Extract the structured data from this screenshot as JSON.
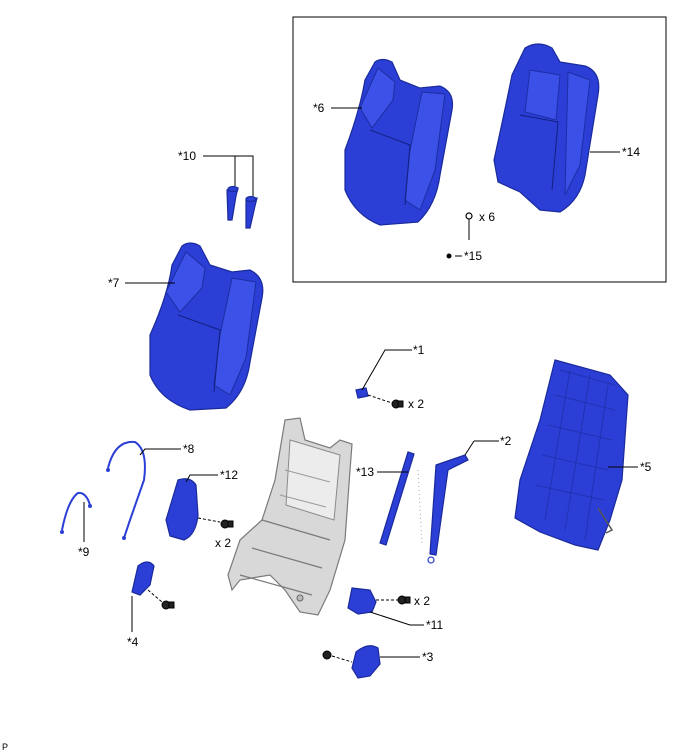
{
  "labels": {
    "p1": "*1",
    "p2": "*2",
    "p3": "*3",
    "p4": "*4",
    "p5": "*5",
    "p6": "*6",
    "p7": "*7",
    "p8": "*8",
    "p9": "*9",
    "p10": "*10",
    "p11": "*11",
    "p12": "*12",
    "p13": "*13",
    "p14": "*14",
    "p15": "*15"
  },
  "quantities": {
    "q1": "x 2",
    "q11": "x 2",
    "q12": "x 2",
    "q15": "x 6"
  },
  "corner_mark": "P",
  "colors": {
    "part_blue": "#2b3fd6",
    "frame_gray": "#d8d8d8"
  }
}
